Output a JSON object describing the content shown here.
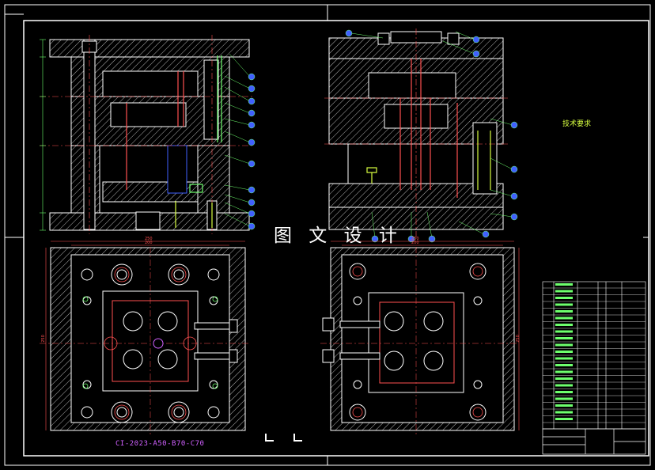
{
  "watermark": "图 文 设 计",
  "part_number": "CI-2023-A50-B70-C70",
  "tech_requirements": {
    "title": "技术要求",
    "lines": [
      "",
      "",
      "",
      "",
      "",
      "",
      ""
    ]
  },
  "dimensions": {
    "left_top_1": "250",
    "left_top_2": "200",
    "right_top_1": "250",
    "right_top_2": "200",
    "left_side": "250",
    "right_side": "250"
  },
  "title_block": {
    "name_cell": "",
    "drawing_cell": "",
    "scale_cell": ""
  },
  "colors": {
    "background": "#000000",
    "outline": "#ffffff",
    "hatch": "#ffffff",
    "accent_green": "#6dff6d",
    "accent_yellow": "#d8ff40",
    "accent_red": "#ff5050",
    "accent_cyan": "#40e0ff",
    "accent_blue": "#4060ff",
    "accent_magenta": "#d060ff"
  }
}
